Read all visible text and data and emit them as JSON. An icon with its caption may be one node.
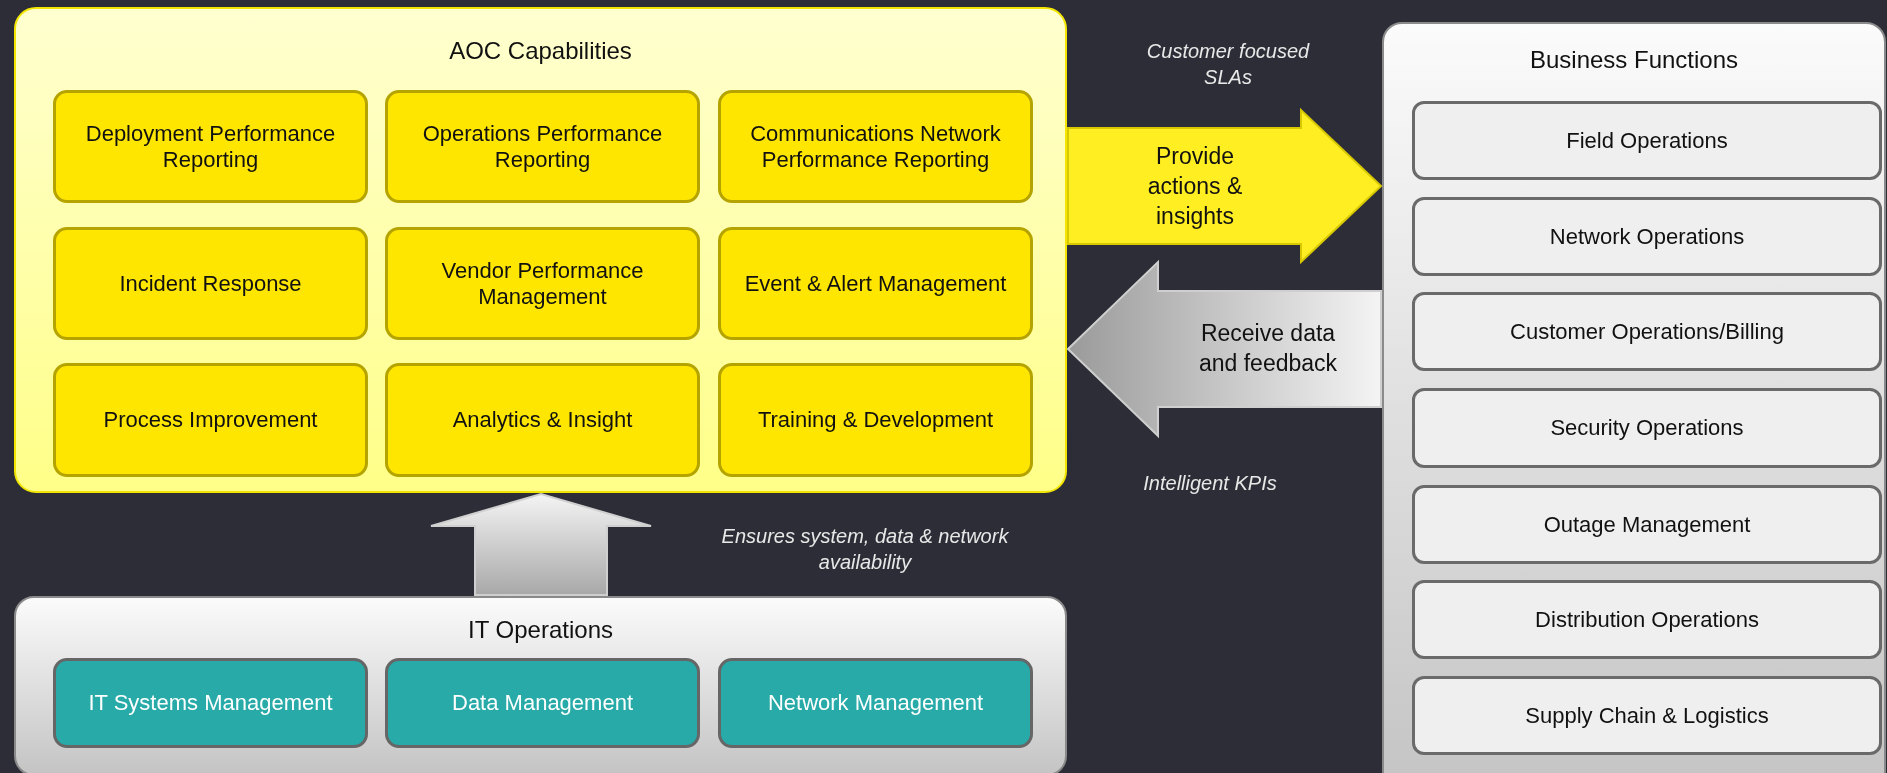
{
  "diagram": {
    "nodes": [
      {
        "text": [
          "AOC Capabilities"
        ]
      },
      {
        "text": [
          "Deployment Performance Reporting"
        ],
        "in": 0
      },
      {
        "text": [
          "Operations Performance Reporting"
        ],
        "in": 0
      },
      {
        "text": [
          "Communications Network Performance Reporting"
        ],
        "in": 0
      },
      {
        "text": [
          "Incident Response"
        ],
        "in": 0
      },
      {
        "text": [
          "Vendor Performance Management"
        ],
        "in": 0
      },
      {
        "text": [
          "Event & Alert Management"
        ],
        "in": 0
      },
      {
        "text": [
          "Process Improvement"
        ],
        "in": 0
      },
      {
        "text": [
          "Analytics & Insight"
        ],
        "in": 0
      },
      {
        "text": [
          "Training & Development"
        ],
        "in": 0
      },
      {
        "text": [
          "IT Operations"
        ]
      },
      {
        "text": [
          "IT Systems Management"
        ],
        "in": 10
      },
      {
        "text": [
          "Data Management"
        ],
        "in": 10
      },
      {
        "text": [
          "Network Management"
        ],
        "in": 10
      },
      {
        "text": [
          "Business Functions"
        ]
      },
      {
        "text": [
          "Field Operations"
        ],
        "in": 14
      },
      {
        "text": [
          "Network Operations"
        ],
        "in": 14
      },
      {
        "text": [
          "Customer Operations/Billing"
        ],
        "in": 14
      },
      {
        "text": [
          "Security Operations"
        ],
        "in": 14
      },
      {
        "text": [
          "Outage Management"
        ],
        "in": 14
      },
      {
        "text": [
          "Distribution Operations"
        ],
        "in": 14
      },
      {
        "text": [
          "Supply Chain & Logistics"
        ],
        "in": 14
      }
    ],
    "edges": [
      {
        "from": 0,
        "to": 14,
        "arrow": "to",
        "label": "Provide actions & insights",
        "style": "thick",
        "color": "#ffee22"
      },
      {
        "from": 14,
        "to": 0,
        "arrow": "to",
        "label": "Receive data and feedback",
        "style": "thick"
      },
      {
        "from": 10,
        "to": 0,
        "arrow": "to",
        "style": "thick"
      }
    ],
    "labels": [
      "Customer focused SLAs",
      "Intelligent KPIs",
      "Ensures system, data & network availability"
    ]
  }
}
